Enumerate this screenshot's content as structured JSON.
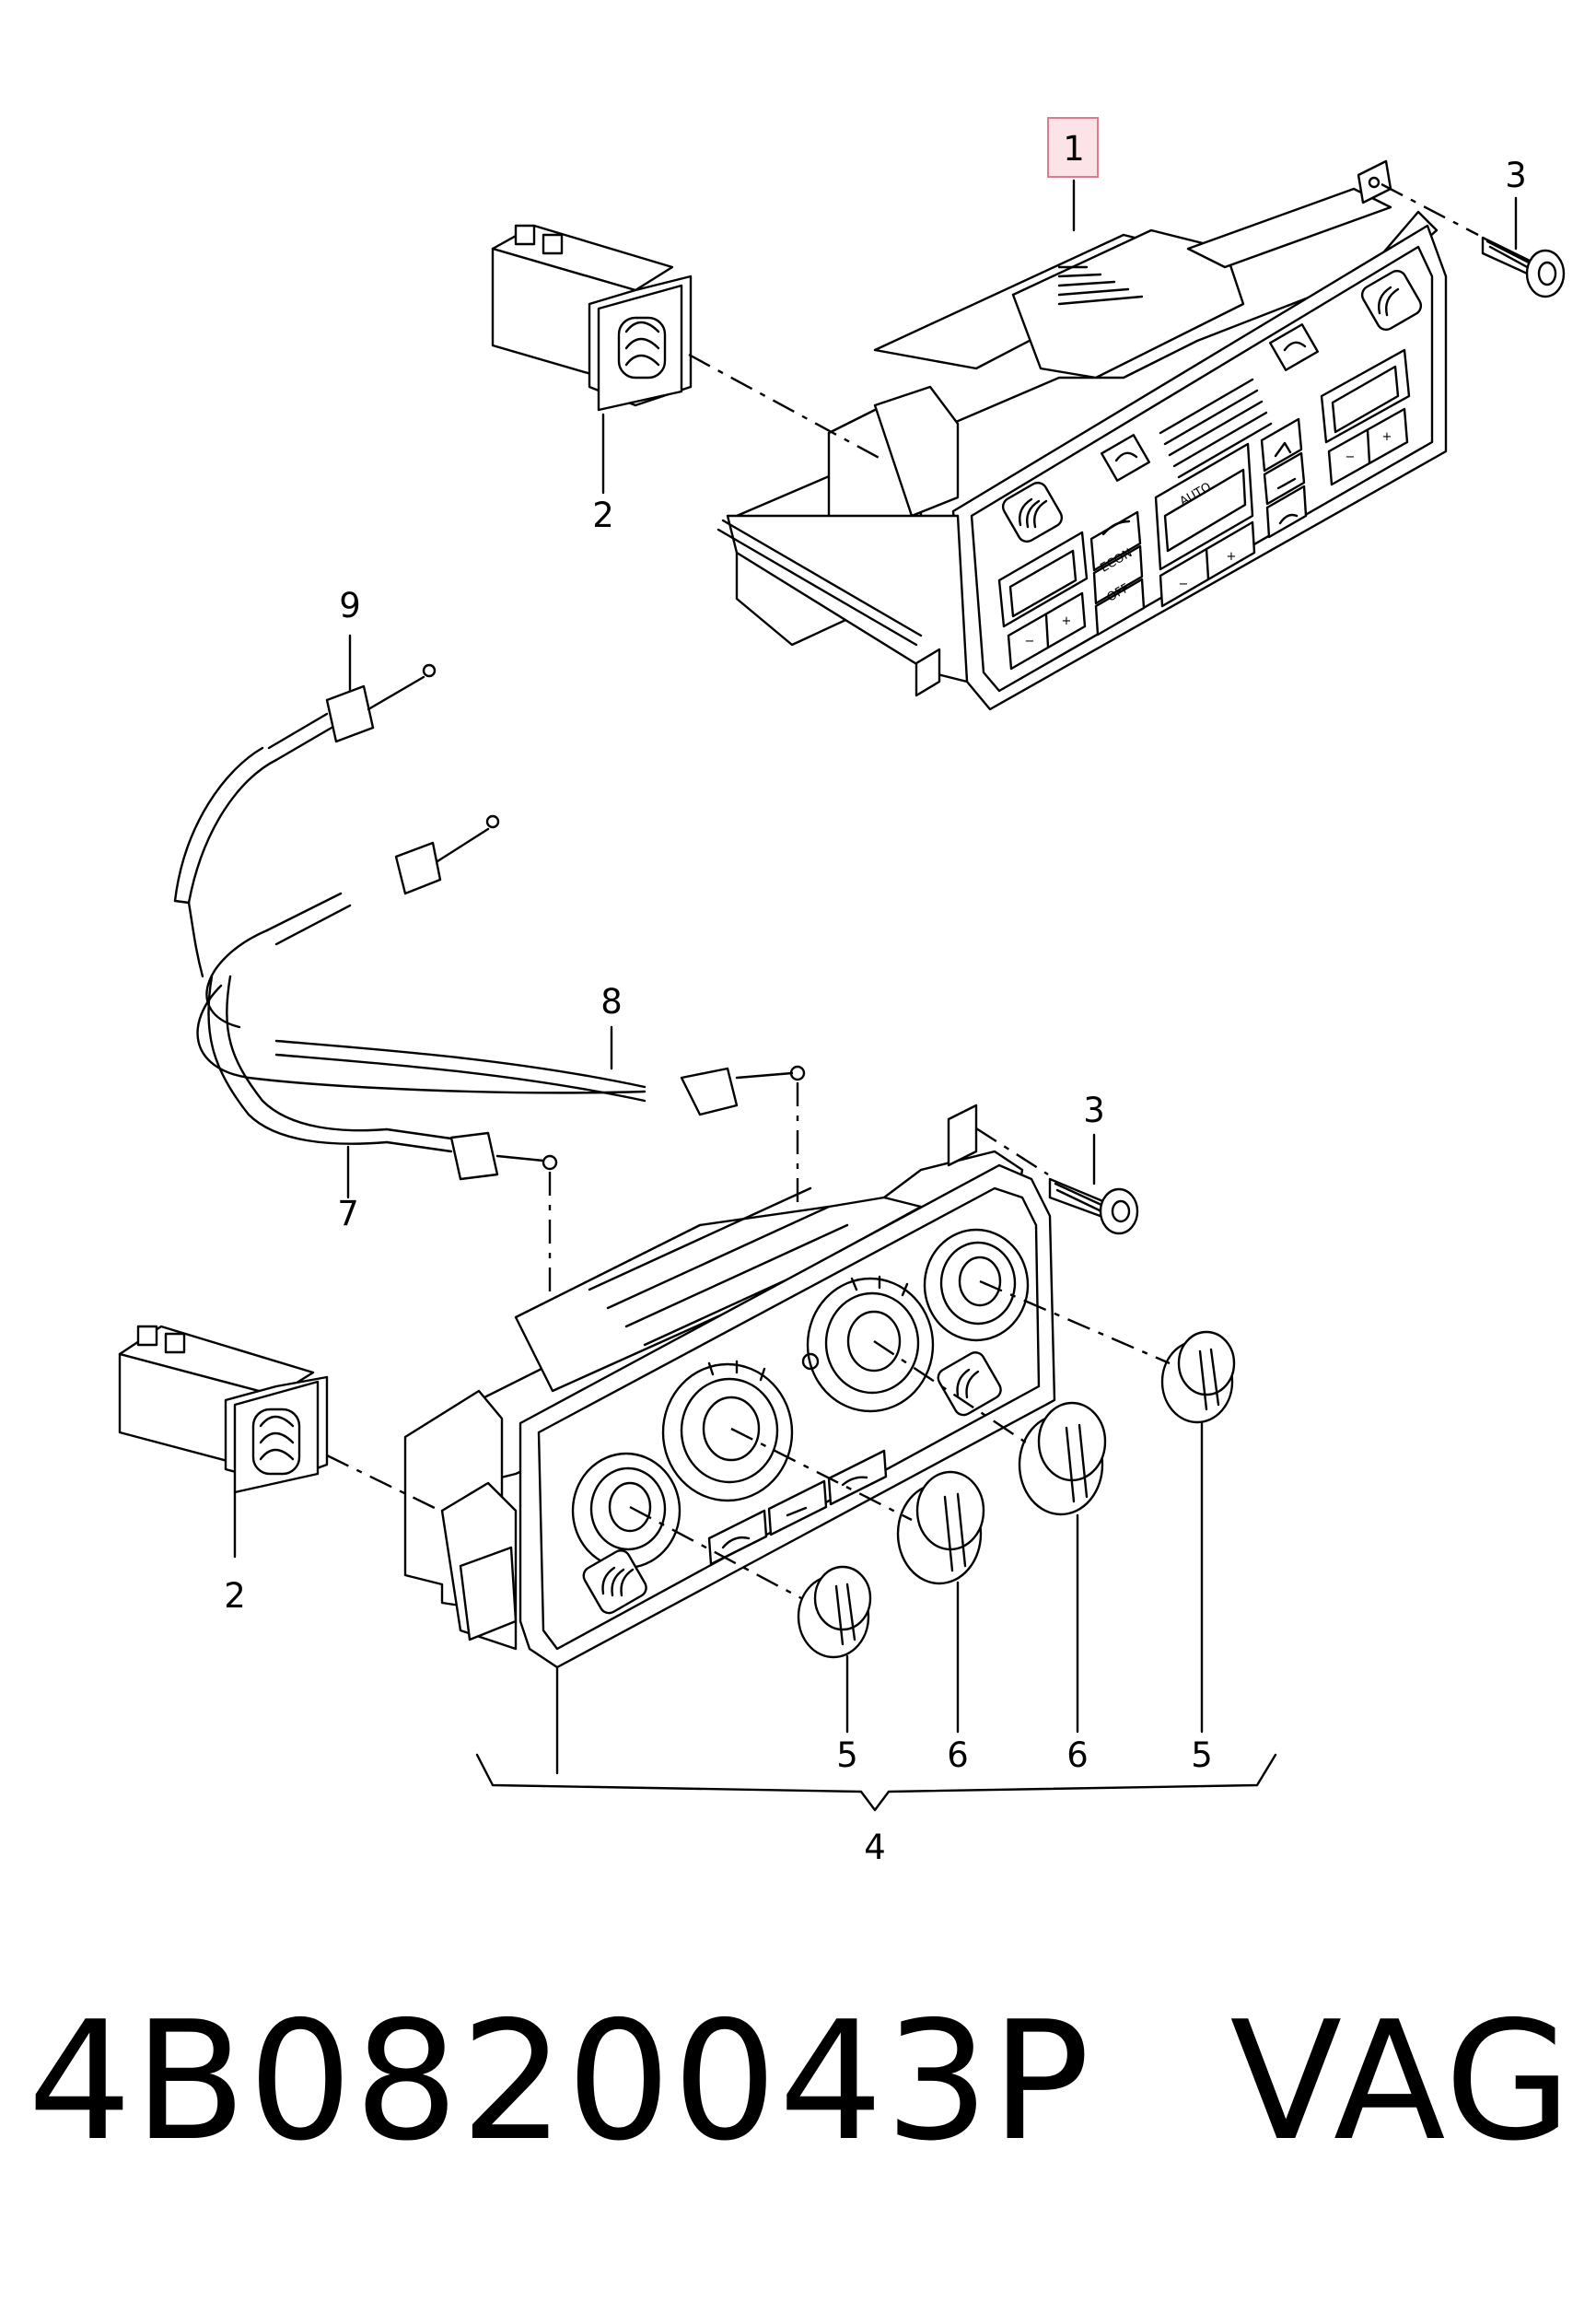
{
  "callouts": {
    "p1": "1",
    "p2_top": "2",
    "p3_top": "3",
    "p9": "9",
    "p8": "8",
    "p3_bottom": "3",
    "p7": "7",
    "p2_bottom": "2",
    "p5_left": "5",
    "p6_left": "6",
    "p6_right": "6",
    "p5_right": "5",
    "p4": "4"
  },
  "panel_labels": {
    "auto": "AUTO",
    "econ": "ECON",
    "off": "OFF",
    "minus": "−",
    "plus": "+"
  },
  "highlight_color": "#fbe3e8",
  "highlight_border": "#e07a8c",
  "footer": {
    "part_number": "4B0820043P",
    "brand": "VAG"
  }
}
